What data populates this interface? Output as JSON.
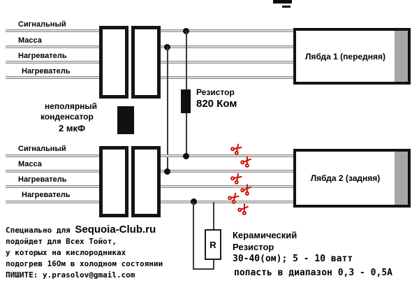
{
  "top": {
    "wires": [
      "Сигнальный",
      "Масса",
      "Нагреватель",
      "Нагреватель"
    ],
    "lambda_label": "Лябда 1 (передняя)"
  },
  "bottom": {
    "wires": [
      "Сигнальный",
      "Масса",
      "Нагреватель",
      "Нагреватель"
    ],
    "lambda_label": "Лябда 2 (задняя)"
  },
  "resistor820": {
    "name": "Резистор",
    "value": "820 Ком"
  },
  "capacitor": {
    "line1": "неполярный",
    "line2": "конденсатор",
    "value": "2 мкФ"
  },
  "ceramic": {
    "symbol": "R",
    "title1": "Керамический",
    "title2": "Резистор",
    "spec": "30-40(ом); 5 - 10 ватт",
    "target": "попасть в диапазон 0,3 - 0,5А"
  },
  "footer": {
    "prefix": "Специально для ",
    "brand": "Sequoia-Club.ru",
    "line2": "подойдет для Всех Тойот,",
    "line3": "у которых на кислородниках",
    "line4": "подогрев 16Ом в холодном состоянии",
    "line5": "ПИШИТЕ: y.prasolov@gmail.com"
  },
  "colors": {
    "scissors": "#cc1100",
    "wire": "#8f8f8f",
    "stripe": "#a6a6a6"
  }
}
